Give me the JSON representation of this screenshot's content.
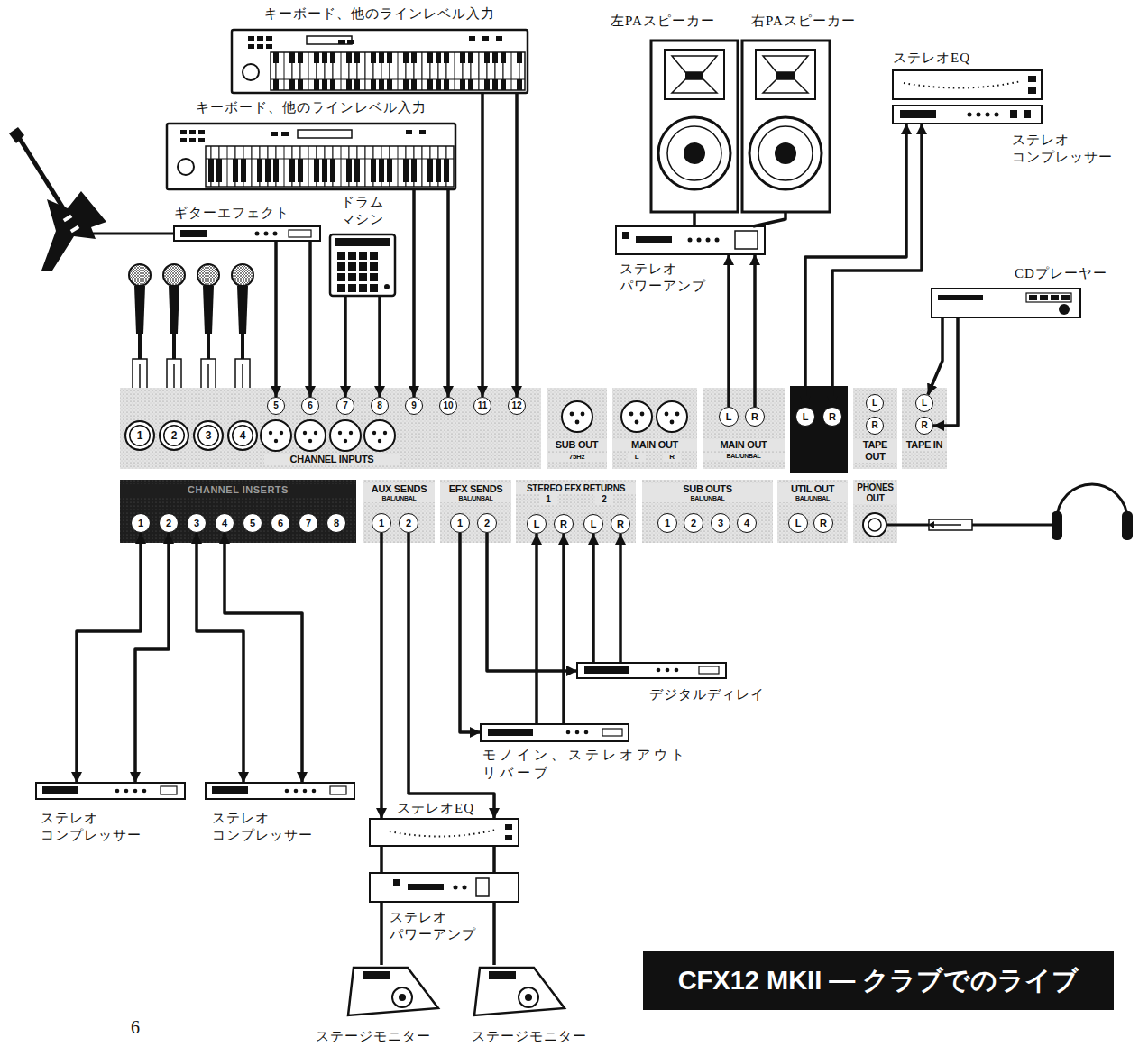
{
  "diagram": {
    "title": "CFX12 MKII — クラブでのライブ",
    "nodes": [
      {
        "text": [
          "キーボード、他のラインレベル入力"
        ]
      },
      {
        "text": [
          "左PAスピーカー"
        ]
      },
      {
        "text": [
          "右PAスピーカー"
        ]
      },
      {
        "text": [
          "ステレオEQ"
        ]
      },
      {
        "text": [
          "キーボード、他のラインレベル入力"
        ]
      },
      {
        "text": [
          "ステレオ コンプレッサー"
        ]
      },
      {
        "text": [
          "ギターエフェクト"
        ]
      },
      {
        "text": [
          "ドラム マシン"
        ]
      },
      {
        "text": [
          "ステレオ パワーアンプ"
        ]
      },
      {
        "text": [
          "CDプレーヤー"
        ]
      },
      {
        "text": [
          "CHANNEL INPUTS"
        ]
      },
      {
        "text": [
          "1"
        ],
        "in": 10
      },
      {
        "text": [
          "2"
        ],
        "in": 10
      },
      {
        "text": [
          "3"
        ],
        "in": 10
      },
      {
        "text": [
          "4"
        ],
        "in": 10
      },
      {
        "text": [
          "5"
        ],
        "in": 10
      },
      {
        "text": [
          "6"
        ],
        "in": 10
      },
      {
        "text": [
          "7"
        ],
        "in": 10
      },
      {
        "text": [
          "8"
        ],
        "in": 10
      },
      {
        "text": [
          "9"
        ],
        "in": 10
      },
      {
        "text": [
          "10"
        ],
        "in": 10
      },
      {
        "text": [
          "11"
        ],
        "in": 10
      },
      {
        "text": [
          "12"
        ],
        "in": 10
      },
      {
        "text": [
          "SUB OUT",
          "75Hz"
        ]
      },
      {
        "text": [
          "MAIN OUT",
          "L",
          "R"
        ]
      },
      {
        "text": [
          "MAIN OUT",
          "BAL/UNBAL"
        ]
      },
      {
        "text": [
          "L"
        ],
        "in": 25
      },
      {
        "text": [
          "R"
        ],
        "in": 25
      },
      {
        "text": [
          "L"
        ]
      },
      {
        "text": [
          "R"
        ]
      },
      {
        "text": [
          "TAPE OUT"
        ]
      },
      {
        "text": [
          "L"
        ],
        "in": 30
      },
      {
        "text": [
          "R"
        ],
        "in": 30
      },
      {
        "text": [
          "TAPE IN"
        ]
      },
      {
        "text": [
          "L"
        ],
        "in": 33
      },
      {
        "text": [
          "R"
        ],
        "in": 33
      },
      {
        "text": [
          "CHANNEL INSERTS"
        ]
      },
      {
        "text": [
          "1"
        ],
        "in": 36
      },
      {
        "text": [
          "2"
        ],
        "in": 36
      },
      {
        "text": [
          "3"
        ],
        "in": 36
      },
      {
        "text": [
          "4"
        ],
        "in": 36
      },
      {
        "text": [
          "5"
        ],
        "in": 36
      },
      {
        "text": [
          "6"
        ],
        "in": 36
      },
      {
        "text": [
          "7"
        ],
        "in": 36
      },
      {
        "text": [
          "8"
        ],
        "in": 36
      },
      {
        "text": [
          "AUX SENDS",
          "BAL/UNBAL"
        ]
      },
      {
        "text": [
          "1"
        ],
        "in": 45
      },
      {
        "text": [
          "2"
        ],
        "in": 45
      },
      {
        "text": [
          "EFX SENDS",
          "BAL/UNBAL"
        ]
      },
      {
        "text": [
          "1"
        ],
        "in": 48
      },
      {
        "text": [
          "2"
        ],
        "in": 48
      },
      {
        "text": [
          "STEREO EFX RETURNS",
          "1",
          "2"
        ]
      },
      {
        "text": [
          "L"
        ],
        "in": 51
      },
      {
        "text": [
          "R"
        ],
        "in": 51
      },
      {
        "text": [
          "L"
        ],
        "in": 51
      },
      {
        "text": [
          "R"
        ],
        "in": 51
      },
      {
        "text": [
          "SUB OUTS",
          "BAL/UNBAL"
        ]
      },
      {
        "text": [
          "1"
        ],
        "in": 56
      },
      {
        "text": [
          "2"
        ],
        "in": 56
      },
      {
        "text": [
          "3"
        ],
        "in": 56
      },
      {
        "text": [
          "4"
        ],
        "in": 56
      },
      {
        "text": [
          "UTIL OUT",
          "BAL/UNBAL"
        ]
      },
      {
        "text": [
          "L"
        ],
        "in": 61
      },
      {
        "text": [
          "R"
        ],
        "in": 61
      },
      {
        "text": [
          "PHONES OUT"
        ]
      },
      {
        "text": [
          "デジタルディレイ"
        ]
      },
      {
        "text": [
          "モノイン、ステレオアウト リバーブ"
        ]
      },
      {
        "text": [
          "ステレオ コンプレッサー"
        ]
      },
      {
        "text": [
          "ステレオ コンプレッサー"
        ]
      },
      {
        "text": [
          "ステレオEQ"
        ]
      },
      {
        "text": [
          "ステレオ パワーアンプ"
        ]
      },
      {
        "text": [
          "ステージモニター"
        ]
      },
      {
        "text": [
          "ステージモニター"
        ]
      }
    ],
    "edges": [
      {
        "from": 0,
        "to": 21,
        "arrow": "to"
      },
      {
        "from": 0,
        "to": 22,
        "arrow": "to"
      },
      {
        "from": 4,
        "to": 19,
        "arrow": "to"
      },
      {
        "from": 4,
        "to": 20,
        "arrow": "to"
      },
      {
        "from": 6,
        "to": 15,
        "arrow": "to"
      },
      {
        "from": 6,
        "to": 16,
        "arrow": "to"
      },
      {
        "from": 7,
        "to": 17,
        "arrow": "to"
      },
      {
        "from": 7,
        "to": 18,
        "arrow": "to"
      },
      {
        "from": 26,
        "to": 8,
        "arrow": "to"
      },
      {
        "from": 27,
        "to": 8,
        "arrow": "to"
      },
      {
        "from": 8,
        "to": 1,
        "arrow": "none"
      },
      {
        "from": 8,
        "to": 2,
        "arrow": "none"
      },
      {
        "from": 28,
        "to": 5,
        "arrow": "both"
      },
      {
        "from": 29,
        "to": 5,
        "arrow": "both"
      },
      {
        "from": 9,
        "to": 34,
        "arrow": "to"
      },
      {
        "from": 9,
        "to": 35,
        "arrow": "to"
      },
      {
        "from": 37,
        "to": 67,
        "arrow": "both"
      },
      {
        "from": 38,
        "to": 67,
        "arrow": "both"
      },
      {
        "from": 39,
        "to": 68,
        "arrow": "both"
      },
      {
        "from": 40,
        "to": 68,
        "arrow": "both"
      },
      {
        "from": 46,
        "to": 69,
        "arrow": "to"
      },
      {
        "from": 47,
        "to": 69,
        "arrow": "to"
      },
      {
        "from": 69,
        "to": 70,
        "arrow": "none"
      },
      {
        "from": 69,
        "to": 70,
        "arrow": "none"
      },
      {
        "from": 70,
        "to": 71,
        "arrow": "none"
      },
      {
        "from": 70,
        "to": 72,
        "arrow": "none"
      },
      {
        "from": 49,
        "to": 66,
        "arrow": "to"
      },
      {
        "from": 50,
        "to": 65,
        "arrow": "to"
      },
      {
        "from": 66,
        "to": 52,
        "arrow": "to"
      },
      {
        "from": 66,
        "to": 53,
        "arrow": "to"
      },
      {
        "from": 65,
        "to": 54,
        "arrow": "to"
      },
      {
        "from": 65,
        "to": 55,
        "arrow": "to"
      }
    ],
    "labels": [
      "6"
    ]
  }
}
